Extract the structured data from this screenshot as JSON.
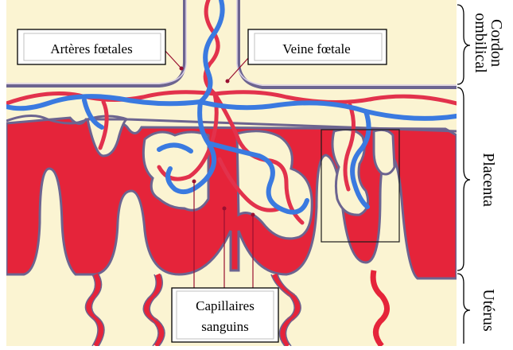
{
  "diagram": {
    "labels": {
      "arteries": "Artères fœtales",
      "vein": "Veine fœtale",
      "capillaries_line1": "Capillaires",
      "capillaries_line2": "sanguins"
    },
    "side_labels": {
      "cord_line1": "Cordon",
      "cord_line2": "ombilical",
      "placenta": "Placenta",
      "uterus": "Utérus"
    },
    "colors": {
      "tissue": "#fbf4d2",
      "maternal_blood": "#e5243a",
      "artery": "#e2324c",
      "vein": "#3a7ae0",
      "membrane": "#6c6490",
      "membrane_inner": "#d9cfe6",
      "callout_line": "#9a1030"
    }
  }
}
